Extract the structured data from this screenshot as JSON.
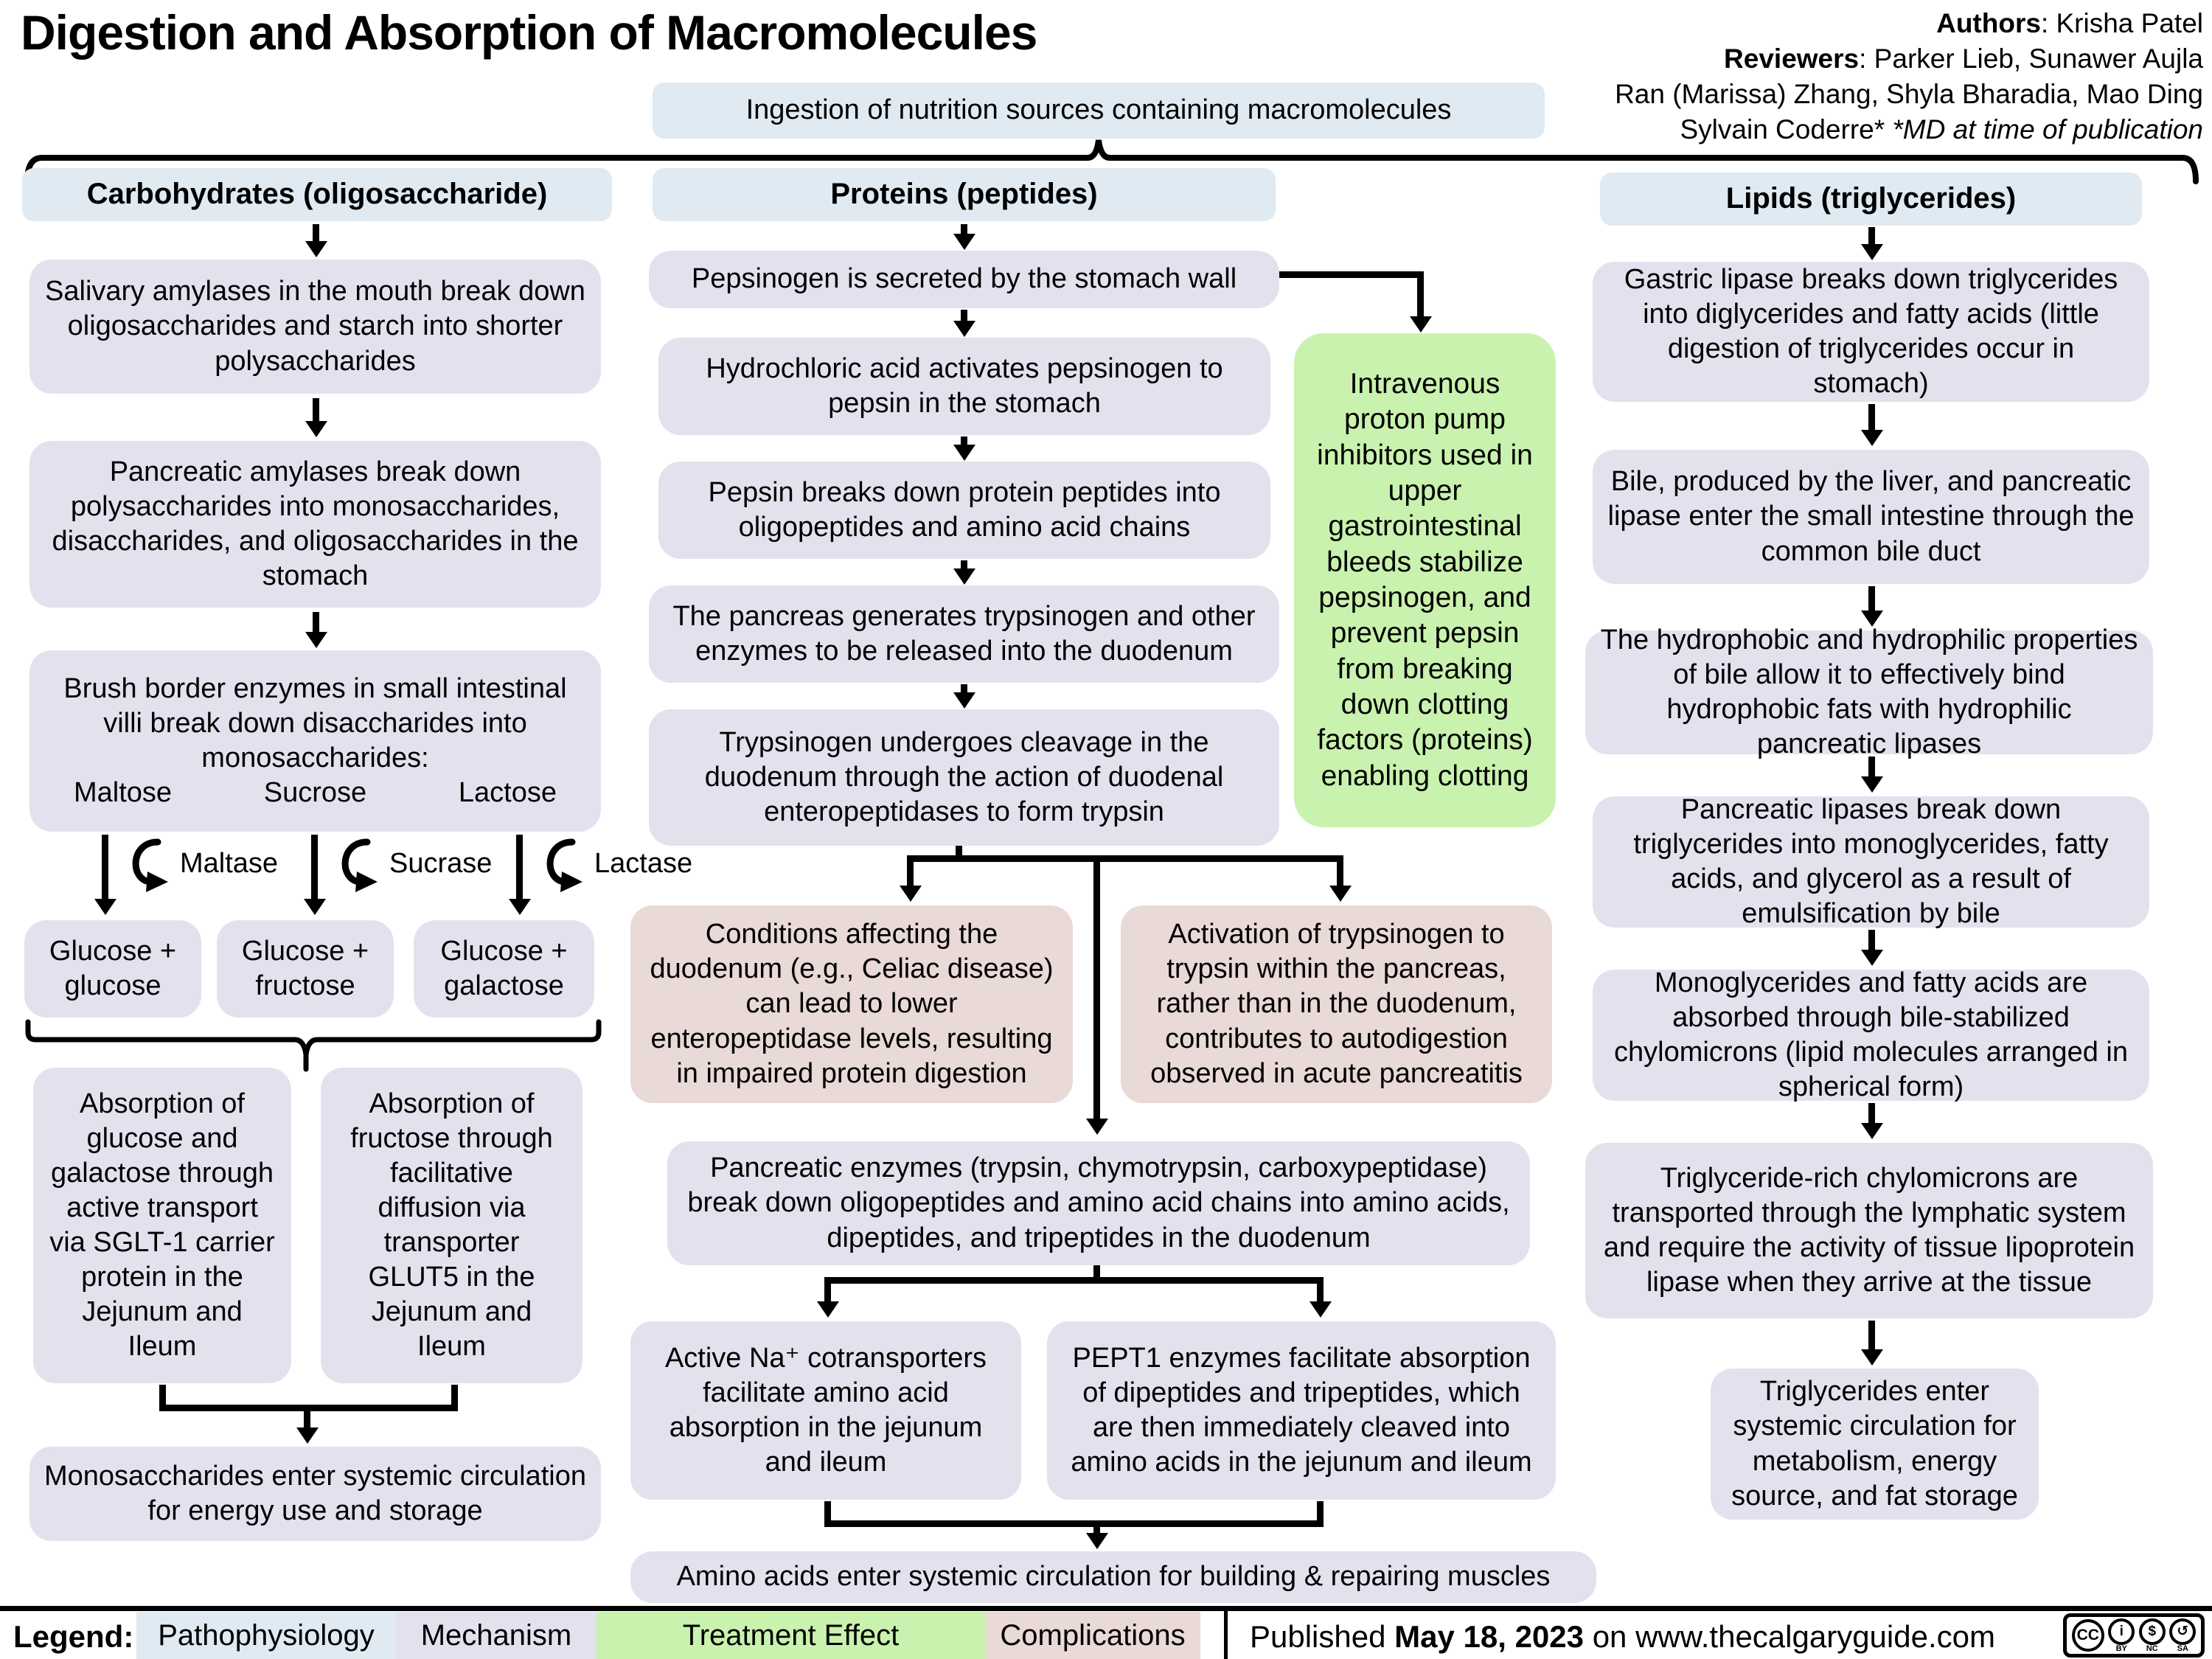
{
  "title": "Digestion and Absorption of Macromolecules",
  "credits": {
    "lines": [
      {
        "bold": "Authors",
        "rest": ": Krisha Patel",
        "italic": ""
      },
      {
        "bold": "Reviewers",
        "rest": ": Parker Lieb, Sunawer Aujla",
        "italic": ""
      },
      {
        "bold": "",
        "rest": "Ran (Marissa) Zhang, Shyla Bharadia, Mao Ding",
        "italic": ""
      },
      {
        "bold": "",
        "rest": "Sylvain Coderre* ",
        "italic": "*MD at time of publication"
      }
    ]
  },
  "ingestion": "Ingestion of nutrition sources containing macromolecules",
  "carbs": {
    "header": "Carbohydrates (oligosaccharide)",
    "step1": "Salivary amylases in the mouth break down oligosaccharides and starch into shorter polysaccharides",
    "step2": "Pancreatic amylases break down polysaccharides into monosaccharides, disaccharides, and oligosaccharides in the stomach",
    "step3": "Brush border enzymes in small intestinal villi break down disaccharides into monosaccharides:",
    "sugars": [
      "Maltose",
      "Sucrose",
      "Lactose"
    ],
    "enzymes": [
      "Maltase",
      "Sucrase",
      "Lactase"
    ],
    "products": [
      "Glucose + glucose",
      "Glucose + fructose",
      "Glucose + galactose"
    ],
    "absorption_left": "Absorption of glucose and galactose through active transport via SGLT-1 carrier protein in the Jejunum and Ileum",
    "absorption_right": "Absorption of fructose through facilitative diffusion via transporter GLUT5 in the Jejunum and Ileum",
    "final": "Monosaccharides enter systemic circulation for energy use and storage"
  },
  "proteins": {
    "header": "Proteins (peptides)",
    "step1": "Pepsinogen is secreted by the stomach wall",
    "step2": "Hydrochloric acid activates pepsinogen to pepsin in the stomach",
    "step3": "Pepsin breaks down protein peptides into oligopeptides and amino acid chains",
    "step4": "The pancreas generates trypsinogen and other enzymes to be released into the duodenum",
    "step5": "Trypsinogen undergoes cleavage in the duodenum through the action of duodenal enteropeptidases to form trypsin",
    "treatment": "Intravenous proton pump inhibitors used in upper gastrointestinal bleeds stabilize pepsinogen, and prevent pepsin from breaking down clotting factors (proteins) enabling clotting",
    "complication_left": "Conditions affecting the duodenum (e.g., Celiac disease) can lead to lower enteropeptidase levels, resulting in impaired protein digestion",
    "complication_right": "Activation of trypsinogen to trypsin within the pancreas, rather than in the duodenum, contributes to autodigestion observed in acute pancreatitis",
    "step6": "Pancreatic enzymes (trypsin, chymotrypsin, carboxypeptidase) break down oligopeptides and amino acid chains into amino acids, dipeptides, and tripeptides in the duodenum",
    "absorption_left": "Active Na⁺ cotransporters facilitate amino acid absorption in the jejunum and ileum",
    "absorption_right": "PEPT1 enzymes facilitate absorption of dipeptides and tripeptides, which are then immediately cleaved into amino acids in the jejunum and ileum",
    "final": "Amino acids enter systemic circulation for building & repairing muscles"
  },
  "lipids": {
    "header": "Lipids (triglycerides)",
    "steps": [
      "Gastric lipase breaks down triglycerides into diglycerides and fatty acids (little digestion of triglycerides occur in stomach)",
      "Bile, produced by the liver, and pancreatic lipase enter the small intestine through the common bile duct",
      "The hydrophobic and hydrophilic properties of bile allow it to effectively bind hydrophobic fats with hydrophilic pancreatic lipases",
      "Pancreatic lipases break down triglycerides into monoglycerides, fatty acids, and glycerol as a result of emulsification by bile",
      "Monoglycerides and fatty acids are absorbed through bile-stabilized chylomicrons (lipid molecules arranged in spherical form)",
      "Triglyceride-rich chylomicrons are transported through the lymphatic system and require the activity of tissue lipoprotein lipase when they arrive at the tissue",
      "Triglycerides enter systemic circulation for metabolism, energy source, and fat storage"
    ]
  },
  "legend": {
    "label": "Legend:",
    "items": [
      {
        "label": "Pathophysiology",
        "color": "#dfeaf2"
      },
      {
        "label": "Mechanism",
        "color": "#e4e1ee"
      },
      {
        "label": "Treatment Effect",
        "color": "#c9f2ae"
      },
      {
        "label": "Complications",
        "color": "#e9d9d7"
      }
    ]
  },
  "footer": {
    "published_prefix": "Published",
    "published_date": "May 18, 2023",
    "published_mid": "on",
    "published_site": "www.thecalgaryguide.com",
    "license": "CC BY-NC-SA",
    "cc_parts": {
      "cc": "CC",
      "by": "BY",
      "nc": "NC",
      "sa": "SA"
    }
  }
}
